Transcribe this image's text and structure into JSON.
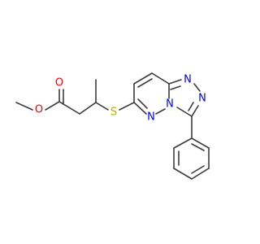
{
  "molecule": {
    "atoms": {
      "O_carbonyl": {
        "symbol": "O",
        "color": "#ff0000"
      },
      "O_ester": {
        "symbol": "O",
        "color": "#ff0000"
      },
      "S": {
        "symbol": "S",
        "color": "#b2b200"
      },
      "N_a": {
        "symbol": "N",
        "color": "#0000ff"
      },
      "N_b": {
        "symbol": "N",
        "color": "#0000ff"
      },
      "N_c": {
        "symbol": "N",
        "color": "#0000ff"
      },
      "N_d": {
        "symbol": "N",
        "color": "#0000ff"
      }
    },
    "bond_color": "#3c3c3c"
  }
}
